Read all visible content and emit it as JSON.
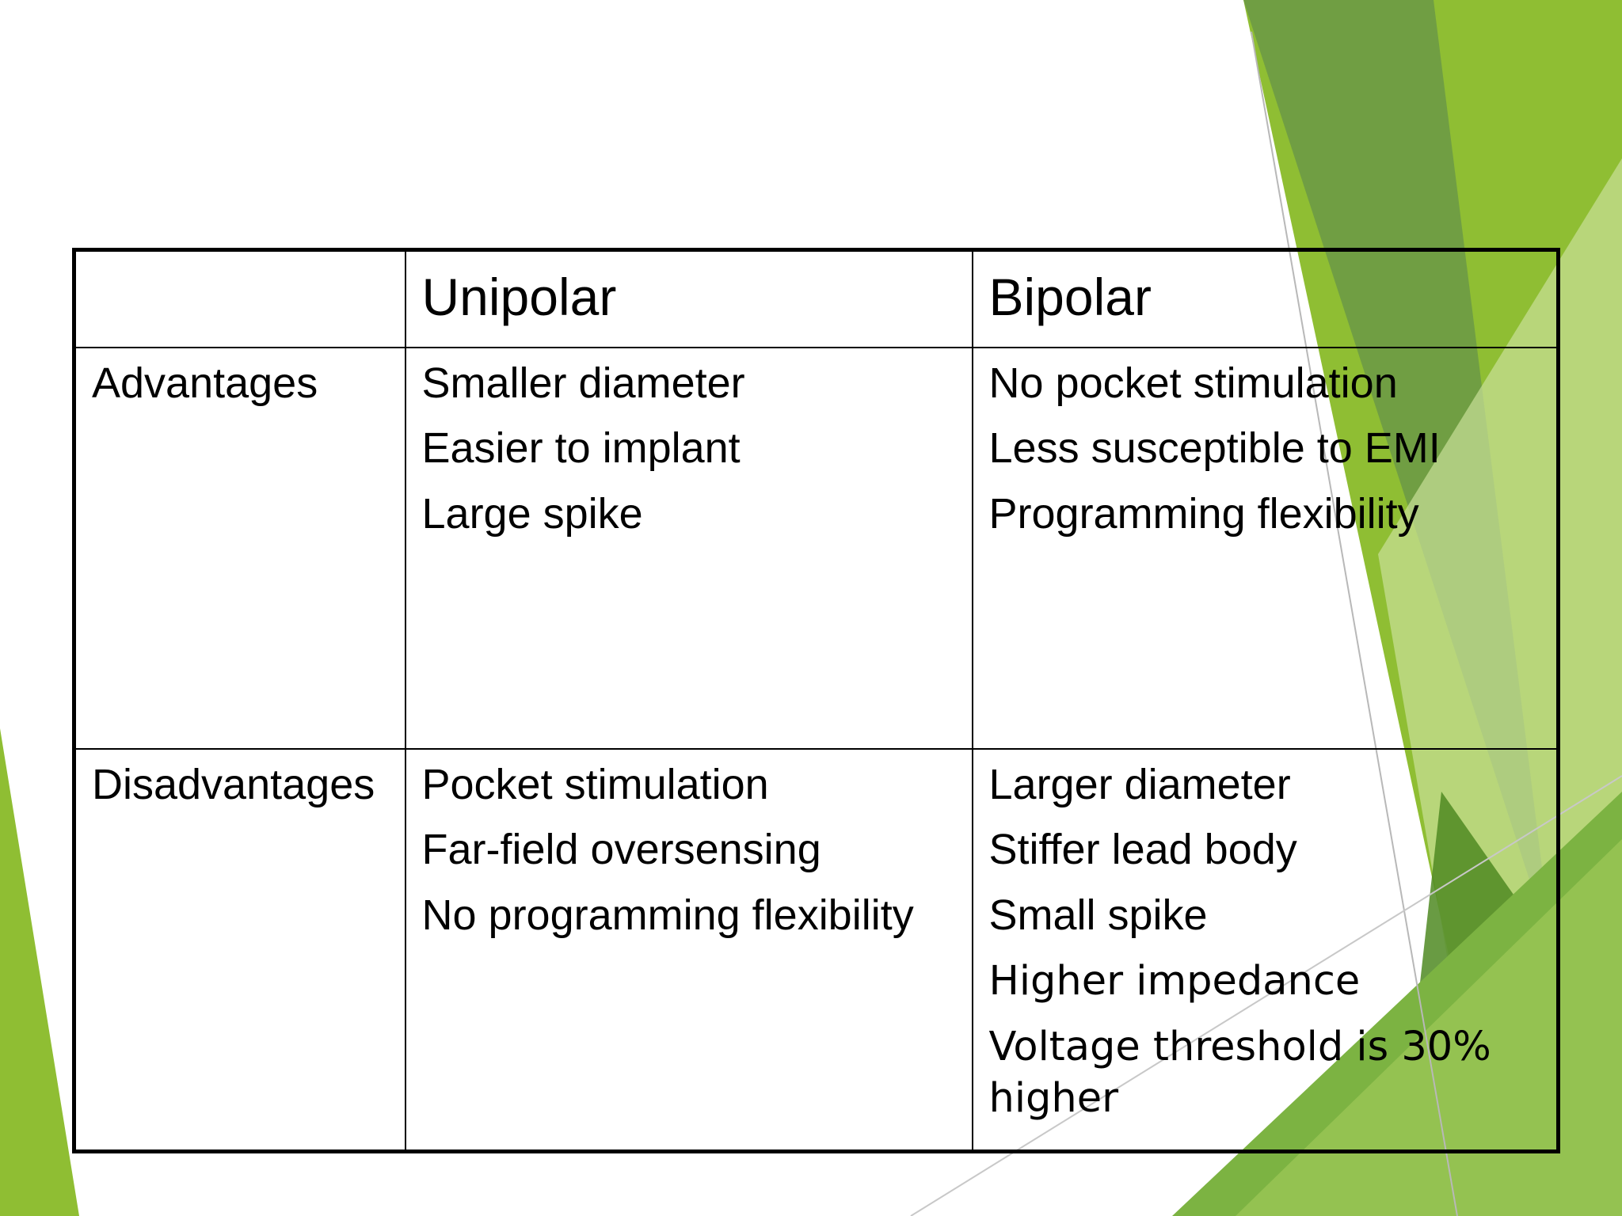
{
  "table": {
    "header": {
      "corner": "",
      "col1": "Unipolar",
      "col2": "Bipolar"
    },
    "rows": [
      {
        "label": "Advantages",
        "unipolar": [
          "Smaller diameter",
          "Easier to implant",
          "Large spike"
        ],
        "bipolar": [
          "No pocket stimulation",
          "Less susceptible to EMI",
          "Programming flexibility"
        ]
      },
      {
        "label": "Disadvantages",
        "unipolar": [
          "Pocket stimulation",
          "Far-field oversensing",
          "No programming flexibility"
        ],
        "bipolar": [
          "Larger diameter",
          "Stiffer lead body",
          "Small spike",
          "Higher impedance",
          "Voltage threshold is 30% higher"
        ]
      }
    ]
  },
  "theme": {
    "accent_light": "#9bc43a",
    "accent_mid": "#79ab2f",
    "accent_dark": "#5c8e2a",
    "accent_pale": "#cfe3a8"
  }
}
